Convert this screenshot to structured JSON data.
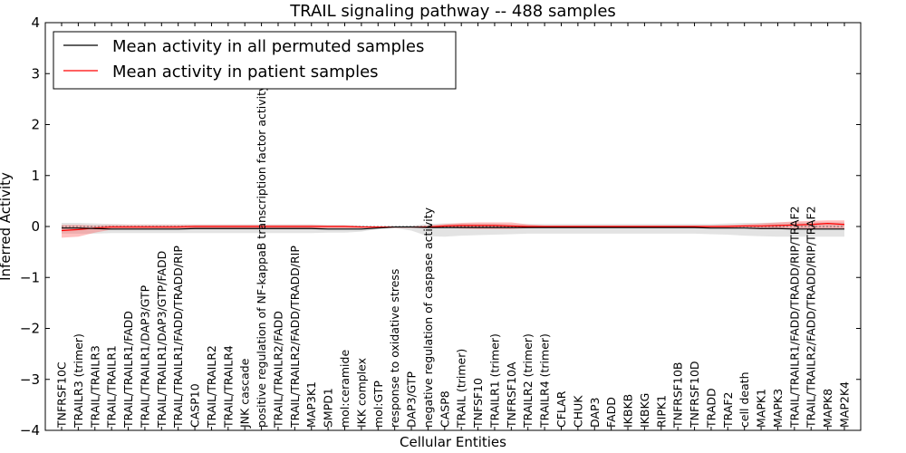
{
  "chart_data": {
    "type": "line",
    "title": "TRAIL signaling pathway -- 488 samples",
    "xlabel": "Cellular Entities",
    "ylabel": "Inferred Activity",
    "ylim": [
      -4,
      4
    ],
    "yticks": [
      "−4",
      "−3",
      "−2",
      "−1",
      "0",
      "1",
      "2",
      "3",
      "4"
    ],
    "grid": false,
    "legend_position": "top-left",
    "categories": [
      "TNFRSF10C",
      "TRAILR3 (trimer)",
      "TRAIL/TRAILR3",
      "TRAIL/TRAILR1",
      "TRAIL/TRAILR1/FADD",
      "TRAIL/TRAILR1/DAP3/GTP",
      "TRAIL/TRAILR1/DAP3/GTP/FADD",
      "TRAIL/TRAILR1/FADD/TRADD/RIP",
      "CASP10",
      "TRAIL/TRAILR2",
      "TRAIL/TRAILR4",
      "JNK cascade",
      "positive regulation of NF-kappaB transcription factor activity",
      "TRAIL/TRAILR2/FADD",
      "TRAIL/TRAILR2/FADD/TRADD/RIP",
      "MAP3K1",
      "SMPD1",
      "mol:ceramide",
      "IKK complex",
      "mol:GTP",
      "response to oxidative stress",
      "DAP3/GTP",
      "negative regulation of caspase activity",
      "CASP8",
      "TRAIL (trimer)",
      "TNFSF10",
      "TRAILR1 (trimer)",
      "TNFRSF10A",
      "TRAILR2 (trimer)",
      "TRAILR4 (trimer)",
      "CFLAR",
      "CHUK",
      "DAP3",
      "FADD",
      "IKBKB",
      "IKBKG",
      "RIPK1",
      "TNFRSF10B",
      "TNFRSF10D",
      "TRADD",
      "TRAF2",
      "cell death",
      "MAPK1",
      "MAPK3",
      "TRAIL/TRAILR1/FADD/TRADD/RIP/TRAF2",
      "TRAIL/TRAILR2/FADD/TRADD/RIP/TRAF2",
      "MAPK8",
      "MAP2K4"
    ],
    "series": [
      {
        "name": "Mean activity in all permuted samples",
        "color": "#000000",
        "values": [
          -0.03,
          -0.03,
          -0.04,
          -0.05,
          -0.05,
          -0.05,
          -0.05,
          -0.05,
          -0.04,
          -0.04,
          -0.04,
          -0.04,
          -0.04,
          -0.04,
          -0.04,
          -0.04,
          -0.05,
          -0.05,
          -0.05,
          -0.03,
          -0.01,
          -0.01,
          -0.02,
          -0.02,
          -0.02,
          -0.02,
          -0.02,
          -0.02,
          -0.02,
          -0.02,
          -0.02,
          -0.02,
          -0.02,
          -0.02,
          -0.02,
          -0.02,
          -0.02,
          -0.02,
          -0.02,
          -0.03,
          -0.03,
          -0.03,
          -0.04,
          -0.04,
          -0.05,
          -0.05,
          -0.05,
          -0.05
        ],
        "band_lower": [
          -0.14,
          -0.14,
          -0.14,
          -0.13,
          -0.13,
          -0.13,
          -0.13,
          -0.13,
          -0.13,
          -0.13,
          -0.13,
          -0.13,
          -0.13,
          -0.13,
          -0.13,
          -0.13,
          -0.12,
          -0.12,
          -0.1,
          -0.05,
          -0.03,
          -0.08,
          -0.19,
          -0.2,
          -0.18,
          -0.17,
          -0.16,
          -0.15,
          -0.14,
          -0.14,
          -0.14,
          -0.14,
          -0.14,
          -0.14,
          -0.14,
          -0.14,
          -0.14,
          -0.14,
          -0.14,
          -0.15,
          -0.16,
          -0.18,
          -0.19,
          -0.2,
          -0.2,
          -0.2,
          -0.2,
          -0.2
        ],
        "band_upper": [
          0.07,
          0.07,
          0.06,
          0.05,
          0.04,
          0.04,
          0.04,
          0.04,
          0.04,
          0.04,
          0.04,
          0.04,
          0.04,
          0.04,
          0.04,
          0.04,
          0.03,
          0.03,
          0.02,
          0.0,
          0.01,
          0.02,
          0.05,
          0.06,
          0.06,
          0.06,
          0.06,
          0.05,
          0.05,
          0.05,
          0.05,
          0.05,
          0.05,
          0.05,
          0.05,
          0.05,
          0.05,
          0.05,
          0.05,
          0.05,
          0.06,
          0.07,
          0.07,
          0.08,
          0.08,
          0.08,
          0.08,
          0.08
        ]
      },
      {
        "name": "Mean activity in patient samples",
        "color": "#ff0000",
        "values": [
          -0.08,
          -0.06,
          -0.03,
          -0.01,
          -0.01,
          -0.01,
          -0.01,
          -0.01,
          -0.0,
          -0.0,
          -0.0,
          -0.0,
          -0.0,
          -0.0,
          -0.0,
          -0.0,
          -0.0,
          -0.0,
          -0.01,
          -0.01,
          -0.01,
          -0.01,
          -0.01,
          0.01,
          0.02,
          0.02,
          0.02,
          0.01,
          0.0,
          -0.0,
          -0.0,
          -0.0,
          -0.0,
          -0.0,
          0.0,
          0.0,
          0.0,
          0.0,
          0.0,
          0.0,
          0.0,
          0.01,
          0.01,
          0.02,
          0.03,
          0.04,
          0.06,
          0.04
        ],
        "band_lower": [
          -0.22,
          -0.2,
          -0.12,
          -0.06,
          -0.05,
          -0.05,
          -0.05,
          -0.05,
          -0.04,
          -0.04,
          -0.04,
          -0.04,
          -0.04,
          -0.04,
          -0.04,
          -0.04,
          -0.03,
          -0.03,
          -0.03,
          -0.02,
          -0.02,
          -0.02,
          -0.02,
          -0.02,
          -0.04,
          -0.05,
          -0.05,
          -0.05,
          -0.03,
          -0.02,
          -0.02,
          -0.02,
          -0.02,
          -0.02,
          -0.02,
          -0.02,
          -0.02,
          -0.02,
          -0.02,
          -0.02,
          -0.02,
          -0.02,
          -0.04,
          -0.05,
          -0.05,
          -0.05,
          -0.04,
          -0.05
        ],
        "band_upper": [
          0.03,
          0.03,
          0.02,
          0.03,
          0.03,
          0.03,
          0.03,
          0.03,
          0.03,
          0.03,
          0.03,
          0.03,
          0.03,
          0.03,
          0.03,
          0.03,
          0.02,
          0.02,
          0.01,
          0.0,
          0.0,
          0.0,
          0.02,
          0.05,
          0.07,
          0.08,
          0.08,
          0.08,
          0.04,
          0.02,
          0.02,
          0.02,
          0.02,
          0.02,
          0.02,
          0.02,
          0.02,
          0.02,
          0.02,
          0.02,
          0.03,
          0.04,
          0.06,
          0.08,
          0.1,
          0.11,
          0.12,
          0.12
        ]
      }
    ]
  }
}
